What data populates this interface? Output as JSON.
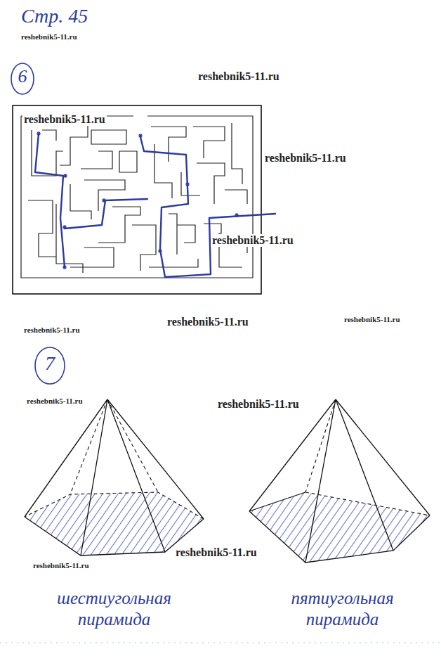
{
  "diagram": {
    "title": "Стр. 45",
    "nodes": [
      {
        "text": [
          "6"
        ]
      },
      {
        "text": [
          "7"
        ]
      }
    ],
    "labels": [
      "reshebnik5-11.ru",
      "reshebnik5-11.ru",
      "reshebnik5-11.ru",
      "reshebnik5-11.ru",
      "reshebnik5-11.ru",
      "reshebnik5-11.ru",
      "reshebnik5-11.ru",
      "reshebnik5-11.ru",
      "reshebnik5-11.ru",
      "reshebnik5-11.ru",
      "reshebnik5-11.ru",
      "reshebnik5-11.ru",
      "шестиугольная пирамида",
      "пятиугольная пирамида"
    ]
  }
}
